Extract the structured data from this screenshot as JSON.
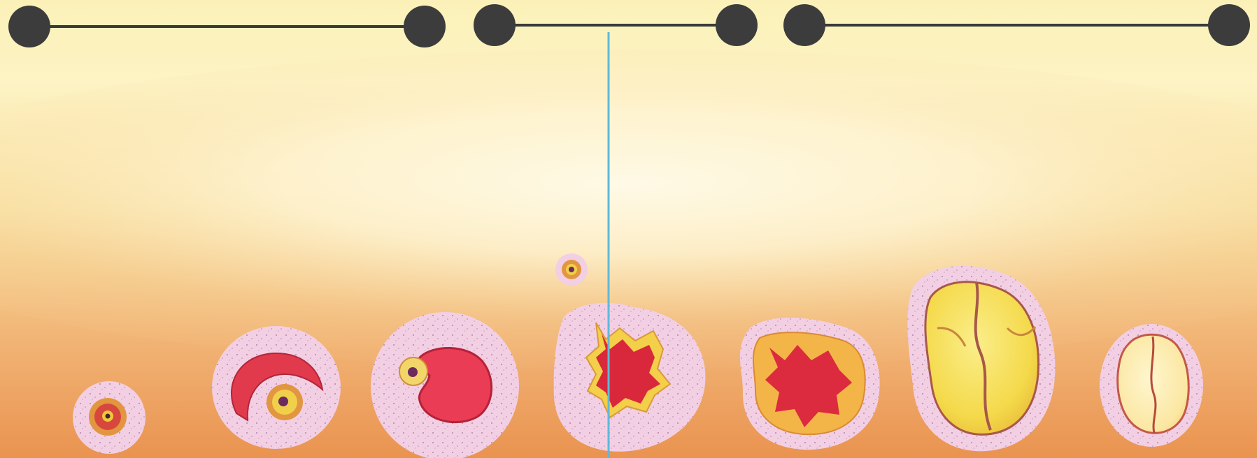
{
  "diagram": {
    "phase_bars": [
      {
        "id": "phase-1"
      },
      {
        "id": "phase-2"
      },
      {
        "id": "phase-3"
      }
    ],
    "ovulation_marker": {
      "color": "#5fb9d9"
    },
    "stages": [
      {
        "id": "primordial-follicle"
      },
      {
        "id": "primary-follicle"
      },
      {
        "id": "secondary-follicle"
      },
      {
        "id": "released-oocyte"
      },
      {
        "id": "ruptured-follicle"
      },
      {
        "id": "early-corpus-luteum"
      },
      {
        "id": "mature-corpus-luteum"
      },
      {
        "id": "corpus-albicans"
      }
    ],
    "colors": {
      "bar": "#2e2e2e",
      "background_top": "#fbf1b8",
      "background_glow": "#fffbea",
      "background_bottom": "#ea9350",
      "theca": "#f3cfe4",
      "follicle_red": "#e23a4d",
      "luteal_yellow": "#f4d94a"
    }
  }
}
